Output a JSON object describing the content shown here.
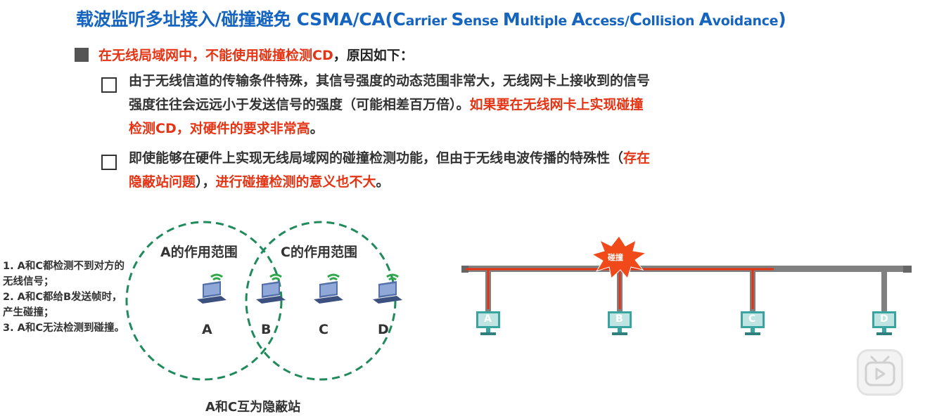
{
  "title": {
    "main": "载波监听多址接入/碰撞避免 CSMA/CA(",
    "parts": [
      {
        "cap": "C",
        "rest": "arrier "
      },
      {
        "cap": "S",
        "rest": "ense "
      },
      {
        "cap": "M",
        "rest": "ultiple "
      },
      {
        "cap": "A",
        "rest": "ccess/"
      },
      {
        "cap": "C",
        "rest": "ollision "
      },
      {
        "cap": "A",
        "rest": "voidance"
      }
    ],
    "close": ")"
  },
  "bullet": {
    "red": "在无线局域网中，不能使用碰撞检测CD",
    "black": "，原因如下："
  },
  "para1": {
    "line1": "由于无线信道的传输条件特殊，其信号强度的动态范围非常大，无线网卡上接收到的信号",
    "line2_black": "强度往往会远远小于发送信号的强度（可能相差百万倍）。",
    "line2_red": "如果要在无线网卡上实现碰撞",
    "line3_red": "检测CD，对硬件的要求非常高",
    "line3_black": "。"
  },
  "para2": {
    "line1_black": "即使能够在硬件上实现无线局域网的碰撞检测功能，但由于无线电波传播的特殊性（",
    "line1_red": "存在",
    "line2_red": "隐蔽站问题",
    "line2_black": "），",
    "line2_red2": "进行碰撞检测的意义也不大",
    "line2_end": "。"
  },
  "sidenote": [
    "1. A和C都检测不到对方的无线信号；",
    "2. A和C都给B发送帧时，产生碰撞；",
    "3. A和C无法检测到碰撞。"
  ],
  "wireless": {
    "range_a": "A的作用范围",
    "range_c": "C的作用范围",
    "nodes": [
      "A",
      "B",
      "C",
      "D"
    ],
    "caption": "A和C互为隐蔽站"
  },
  "bus": {
    "collision": "碰撞",
    "stations": [
      "A",
      "B",
      "C",
      "D"
    ]
  },
  "colors": {
    "title_blue": "#1565c0",
    "red": "#e53414",
    "circle_green": "#1f8a5b",
    "bus_gray": "#808080",
    "station_teal": "#3aa5a0"
  },
  "icons": [
    "laptop-icon",
    "wifi-icon",
    "computer-icon",
    "collision-burst-icon",
    "video-play-logo-icon"
  ]
}
